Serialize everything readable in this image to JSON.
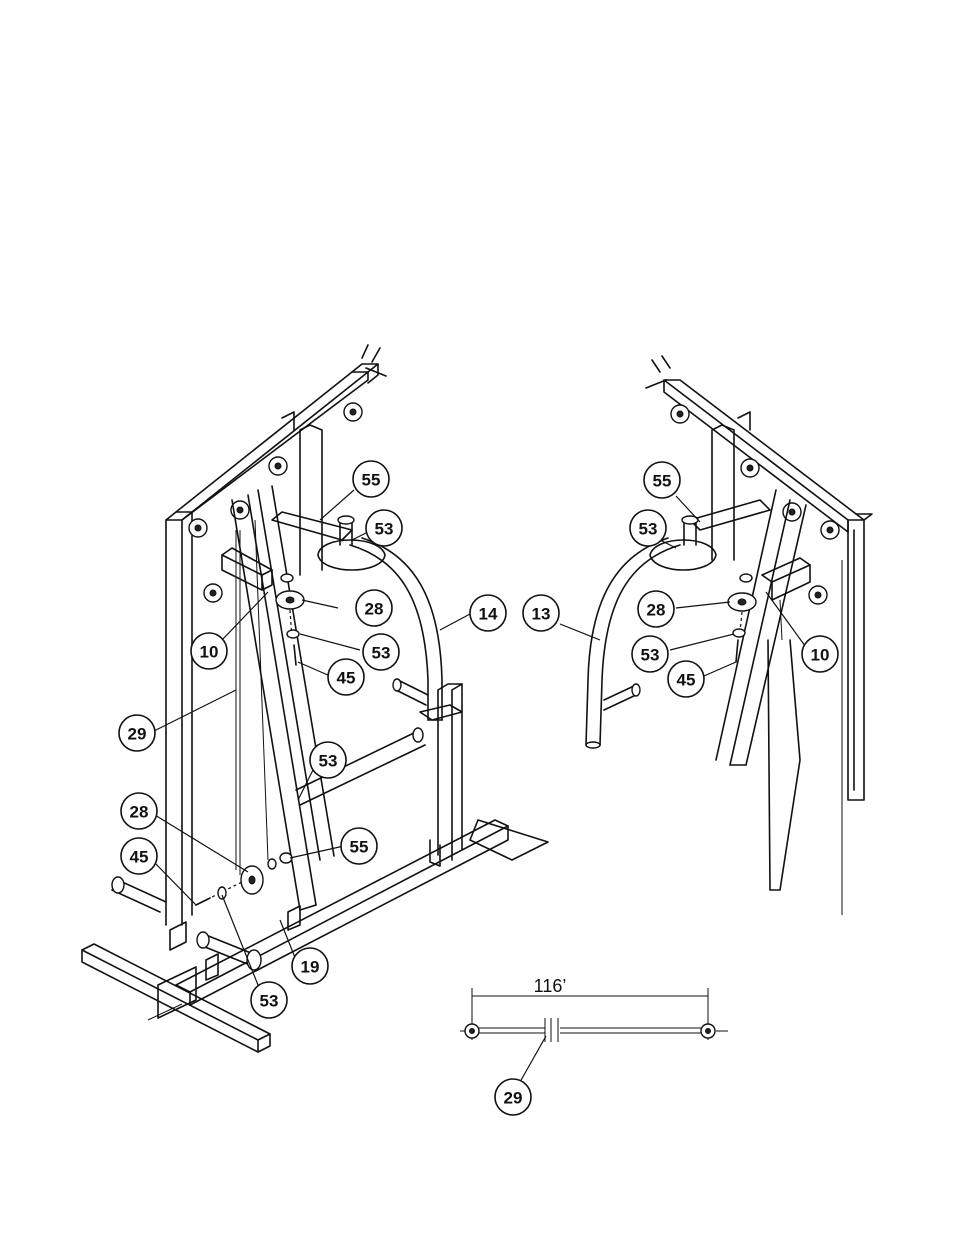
{
  "figure": {
    "callouts_left": [
      {
        "id": "c-55-a",
        "label": "55"
      },
      {
        "id": "c-53-a",
        "label": "53"
      },
      {
        "id": "c-28-a",
        "label": "28"
      },
      {
        "id": "c-53-b",
        "label": "53"
      },
      {
        "id": "c-45-a",
        "label": "45"
      },
      {
        "id": "c-10-a",
        "label": "10"
      },
      {
        "id": "c-14",
        "label": "14"
      },
      {
        "id": "c-29-a",
        "label": "29"
      },
      {
        "id": "c-53-c",
        "label": "53"
      },
      {
        "id": "c-28-b",
        "label": "28"
      },
      {
        "id": "c-55-b",
        "label": "55"
      },
      {
        "id": "c-45-b",
        "label": "45"
      },
      {
        "id": "c-19",
        "label": "19"
      },
      {
        "id": "c-53-d",
        "label": "53"
      }
    ],
    "callouts_right": [
      {
        "id": "c-55-r",
        "label": "55"
      },
      {
        "id": "c-53-r1",
        "label": "53"
      },
      {
        "id": "c-13",
        "label": "13"
      },
      {
        "id": "c-28-r",
        "label": "28"
      },
      {
        "id": "c-53-r2",
        "label": "53"
      },
      {
        "id": "c-10-r",
        "label": "10"
      },
      {
        "id": "c-45-r",
        "label": "45"
      }
    ],
    "cable_detail": {
      "length_label": "116’",
      "callout": "29"
    }
  }
}
